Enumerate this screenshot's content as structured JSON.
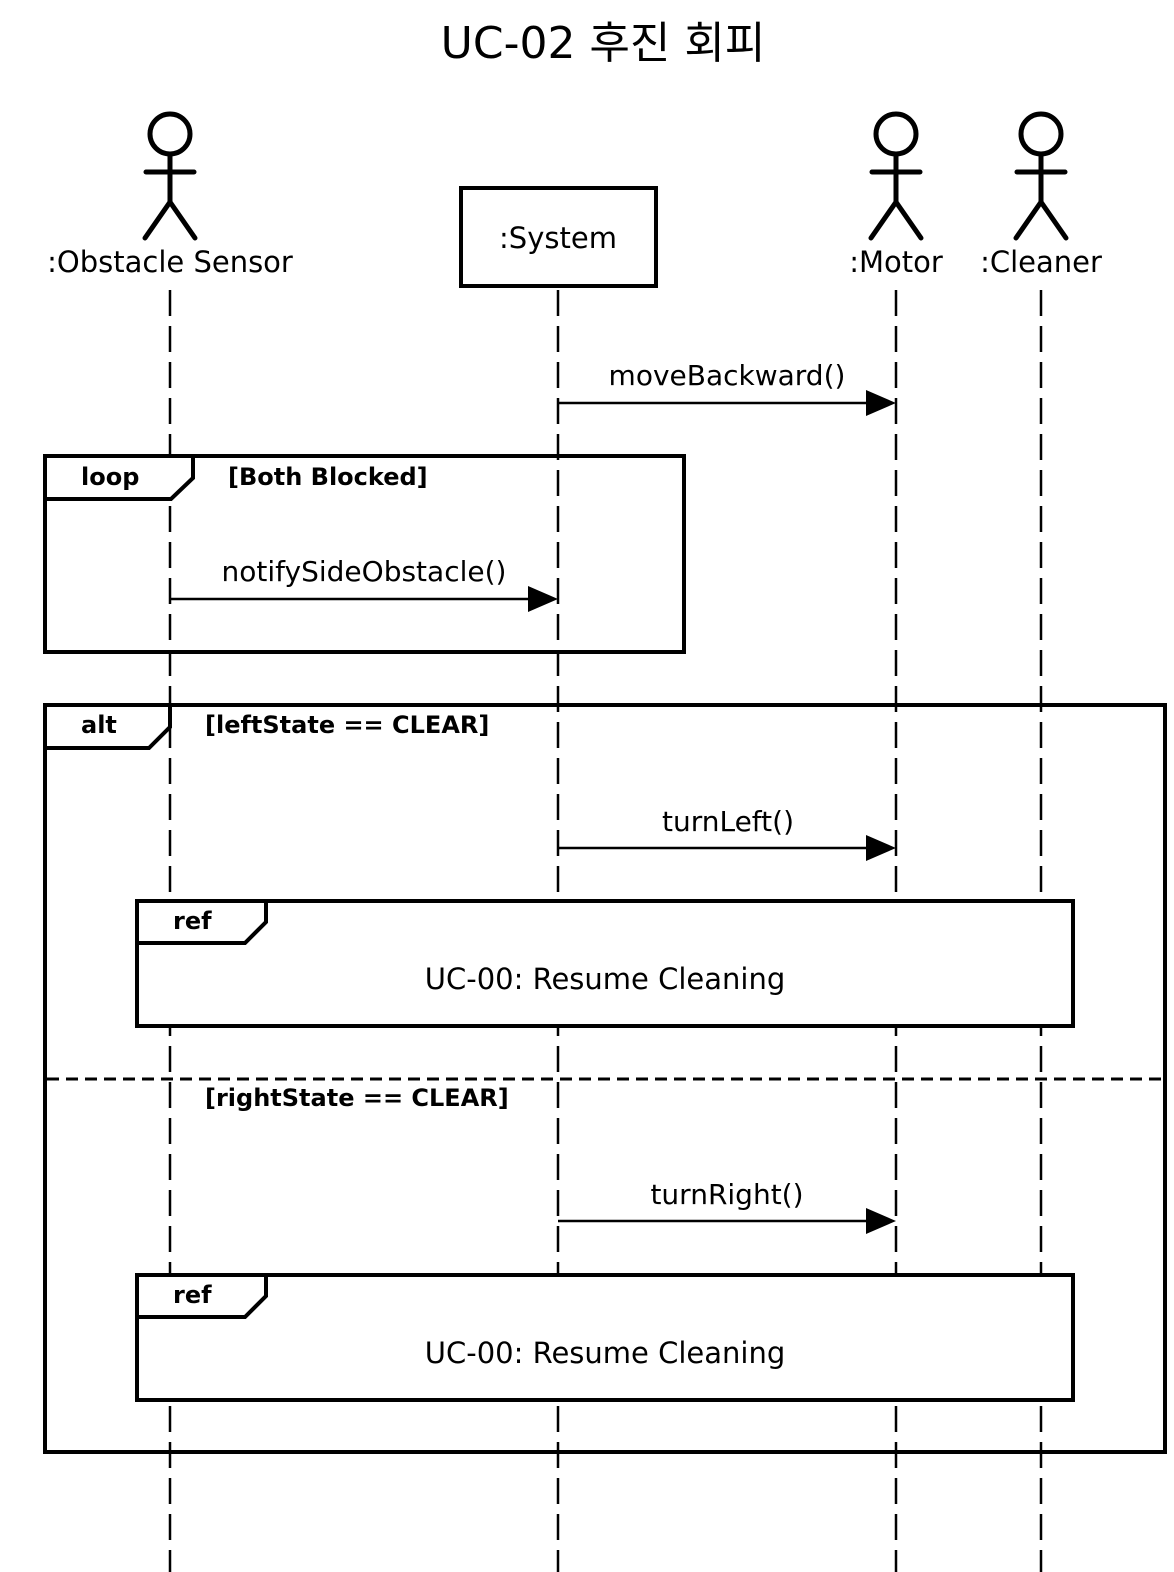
{
  "title": "UC-02 후진 회피",
  "participants": [
    {
      "id": "sensor",
      "label": ":Obstacle Sensor",
      "kind": "actor"
    },
    {
      "id": "system",
      "label": ":System",
      "kind": "object"
    },
    {
      "id": "motor",
      "label": ":Motor",
      "kind": "actor"
    },
    {
      "id": "cleaner",
      "label": ":Cleaner",
      "kind": "actor"
    }
  ],
  "messages": [
    {
      "label": "moveBackward()",
      "from": "system",
      "to": "motor"
    },
    {
      "label": "notifySideObstacle()",
      "from": "sensor",
      "to": "system"
    },
    {
      "label": "turnLeft()",
      "from": "system",
      "to": "motor"
    },
    {
      "label": "turnRight()",
      "from": "system",
      "to": "motor"
    }
  ],
  "loop_frame": {
    "operator": "loop",
    "guard": "[Both Blocked]"
  },
  "alt_frame": {
    "operator": "alt",
    "guard_1": "[leftState == CLEAR]",
    "guard_2": "[rightState == CLEAR]"
  },
  "refs": [
    {
      "operator": "ref",
      "text": "UC-00: Resume Cleaning"
    },
    {
      "operator": "ref",
      "text": "UC-00: Resume Cleaning"
    }
  ]
}
